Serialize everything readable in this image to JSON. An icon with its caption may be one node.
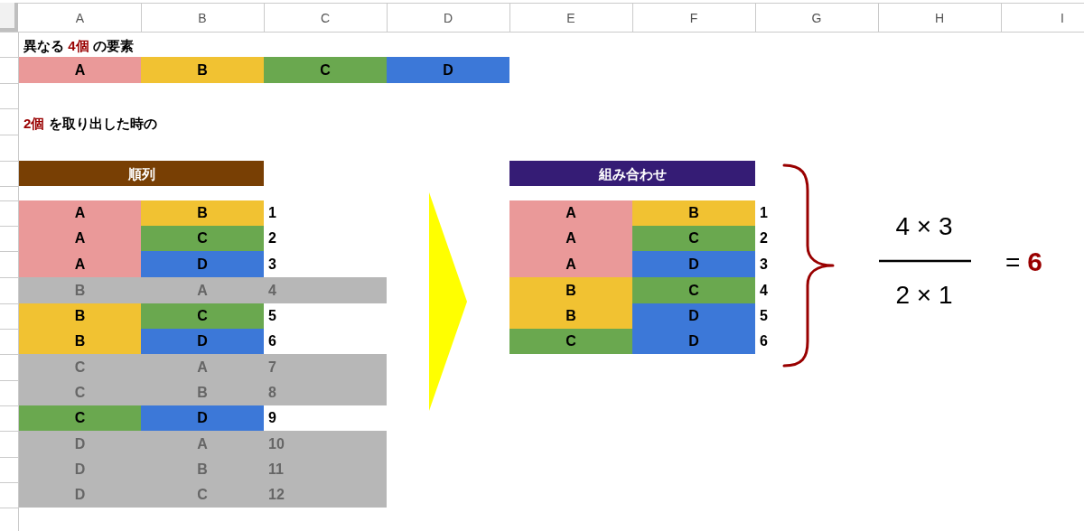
{
  "diagram": {
    "nodes": [
      {
        "text": [
          "A"
        ]
      },
      {
        "text": [
          "B"
        ]
      },
      {
        "text": [
          "C"
        ]
      },
      {
        "text": [
          "D"
        ]
      },
      {
        "text": [
          "順列"
        ]
      },
      {
        "text": [
          "A"
        ]
      },
      {
        "text": [
          "B"
        ],
        "beside": [
          "1"
        ]
      },
      {
        "text": [
          "A"
        ]
      },
      {
        "text": [
          "C"
        ],
        "beside": [
          "2"
        ]
      },
      {
        "text": [
          "A"
        ]
      },
      {
        "text": [
          "D"
        ],
        "beside": [
          "3"
        ]
      },
      {
        "text": [
          "B",
          "A",
          "4"
        ]
      },
      {
        "text": [
          "B"
        ]
      },
      {
        "text": [
          "C"
        ],
        "beside": [
          "5"
        ]
      },
      {
        "text": [
          "B"
        ]
      },
      {
        "text": [
          "D"
        ],
        "beside": [
          "6"
        ]
      },
      {
        "text": [
          "C",
          "A",
          "7"
        ]
      },
      {
        "text": [
          "C",
          "B",
          "8"
        ]
      },
      {
        "text": [
          "C"
        ]
      },
      {
        "text": [
          "D"
        ],
        "beside": [
          "9"
        ]
      },
      {
        "text": [
          "D",
          "A",
          "10"
        ]
      },
      {
        "text": [
          "D",
          "B",
          "11"
        ]
      },
      {
        "text": [
          "D",
          "C",
          "12"
        ]
      },
      {
        "text": [
          "組み合わせ"
        ]
      },
      {
        "text": [
          "A"
        ]
      },
      {
        "text": [
          "B"
        ],
        "beside": [
          "1"
        ]
      },
      {
        "text": [
          "A"
        ]
      },
      {
        "text": [
          "C"
        ],
        "beside": [
          "2"
        ]
      },
      {
        "text": [
          "A"
        ]
      },
      {
        "text": [
          "D"
        ],
        "beside": [
          "3"
        ]
      },
      {
        "text": [
          "B"
        ]
      },
      {
        "text": [
          "C"
        ],
        "beside": [
          "4"
        ]
      },
      {
        "text": [
          "B"
        ]
      },
      {
        "text": [
          "D"
        ],
        "beside": [
          "5"
        ]
      },
      {
        "text": [
          "C"
        ]
      },
      {
        "text": [
          "D"
        ],
        "beside": [
          "6"
        ]
      }
    ],
    "edges": [
      {
        "from": 11,
        "to": 30,
        "arrow": "to"
      }
    ],
    "labels": [
      "A",
      "B",
      "C",
      "D",
      "E",
      "F",
      "G",
      "H",
      "I",
      "異なる **4個** の要素",
      "**2個** を取り出した時の",
      "4 × 3",
      "2 × 1",
      "= **6**"
    ]
  }
}
